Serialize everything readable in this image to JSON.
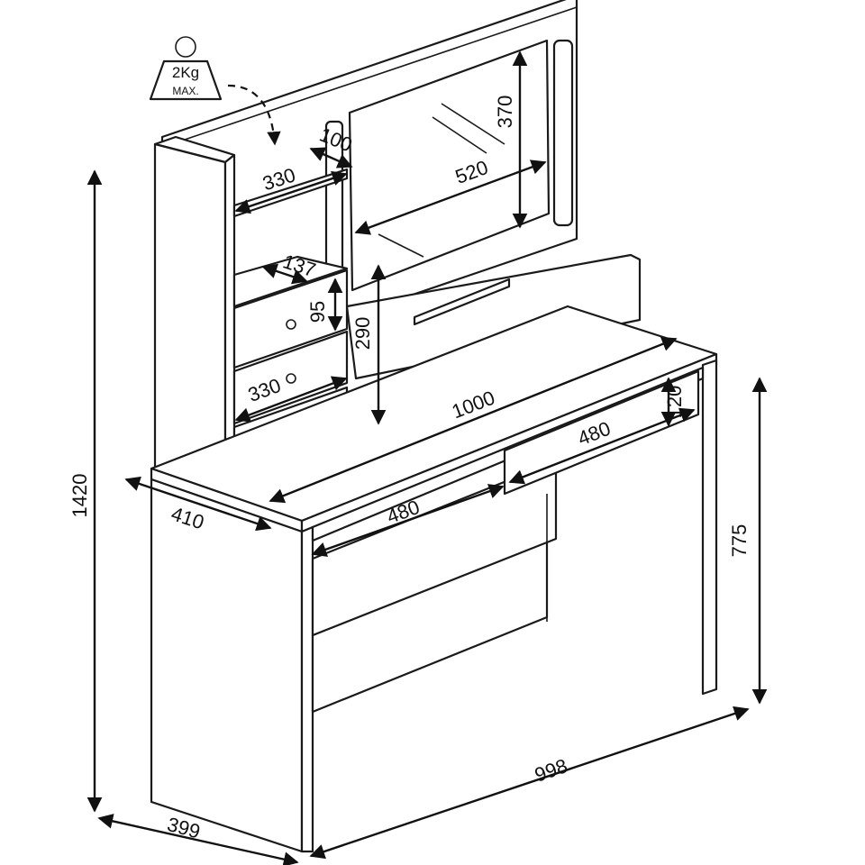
{
  "weight_badge": {
    "load": "2Kg",
    "limit": "MAX."
  },
  "dimensions": {
    "total_height": "1420",
    "desk_height": "775",
    "desk_width": "998",
    "desk_depth": "399",
    "top_depth": "410",
    "top_width": "1000",
    "drawer_left_width": "480",
    "drawer_right_width": "480",
    "drawer_height": "120",
    "hutch_opening_height": "290",
    "mirror_height": "370",
    "mirror_width": "520",
    "shelf_width": "330",
    "shelf_depth": "100",
    "small_drawer_depth": "137",
    "small_drawer_height": "95",
    "small_drawer_width": "330"
  }
}
